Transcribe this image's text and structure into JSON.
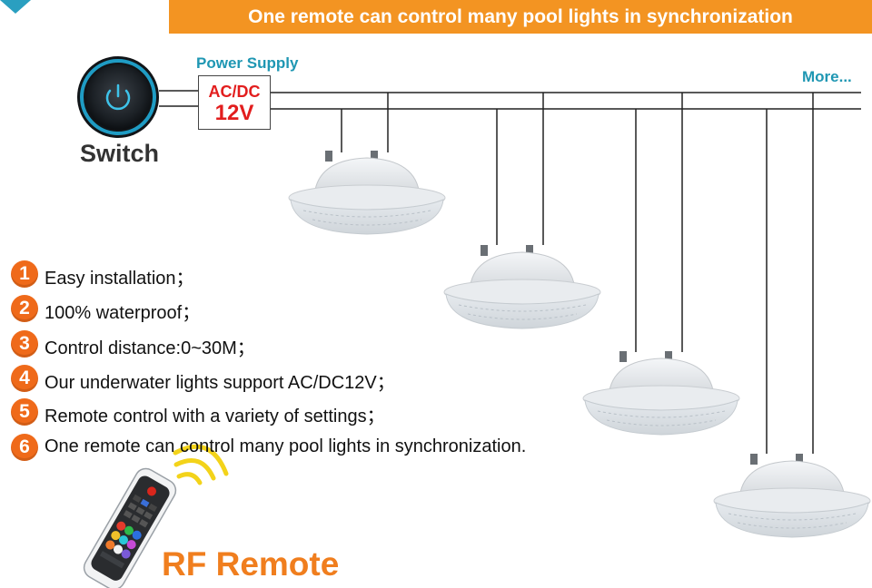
{
  "banner": {
    "text": "One remote can control many pool lights in synchronization"
  },
  "power_supply": {
    "label": "Power Supply",
    "line1": "AC/DC",
    "line2": "12V"
  },
  "switch": {
    "label": "Switch"
  },
  "more": {
    "label": "More..."
  },
  "features": [
    {
      "num": "1",
      "text": "Easy installation；"
    },
    {
      "num": "2",
      "text": "100% waterproof；"
    },
    {
      "num": "3",
      "text": "Control distance:0~30M；"
    },
    {
      "num": "4",
      "text": "Our underwater lights support AC/DC12V；"
    },
    {
      "num": "5",
      "text": "Remote control with a variety of settings；"
    },
    {
      "num": "6",
      "text": "One remote can control many pool lights in synchronization."
    }
  ],
  "remote": {
    "label": "RF Remote"
  },
  "colors": {
    "orange": "#f39422",
    "teal": "#1f97b3",
    "red": "#e21d1d",
    "badge": "#ef6a1a",
    "signal": "#f3d31a"
  }
}
